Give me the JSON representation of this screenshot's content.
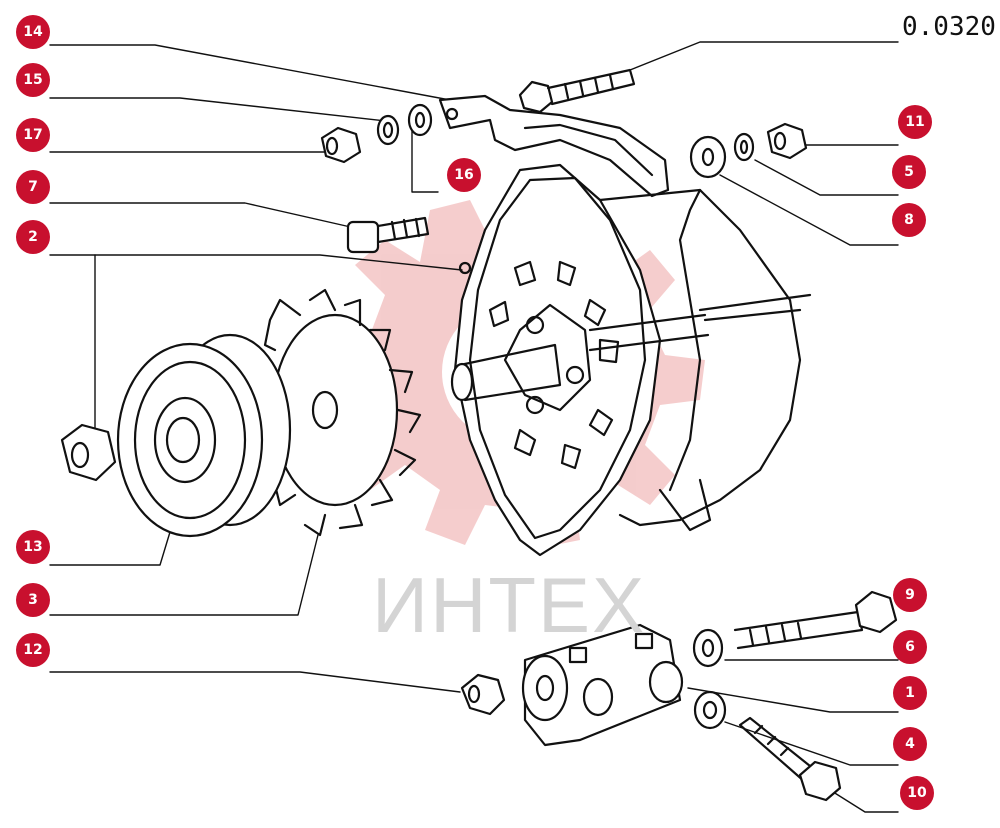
{
  "diagram": {
    "code": "0.0320",
    "watermark_text": "ИНТЕХ",
    "callouts": [
      {
        "label": "14"
      },
      {
        "label": "15"
      },
      {
        "label": "17"
      },
      {
        "label": "7"
      },
      {
        "label": "2"
      },
      {
        "label": "16"
      },
      {
        "label": "11"
      },
      {
        "label": "5"
      },
      {
        "label": "8"
      },
      {
        "label": "13"
      },
      {
        "label": "3"
      },
      {
        "label": "12"
      },
      {
        "label": "9"
      },
      {
        "label": "6"
      },
      {
        "label": "1"
      },
      {
        "label": "4"
      },
      {
        "label": "10"
      }
    ],
    "colors": {
      "callout": "#c8102e",
      "lines": "#111111",
      "watermark": "#f0b8b8"
    }
  }
}
